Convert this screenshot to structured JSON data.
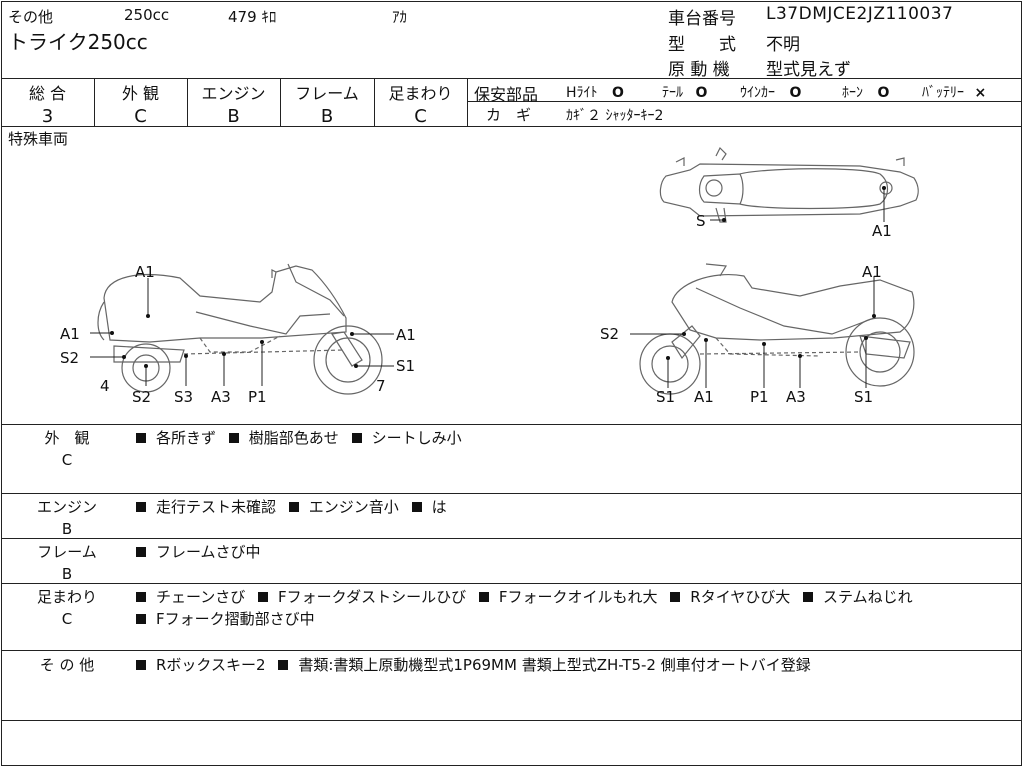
{
  "header": {
    "category": "その他",
    "displacement": "250cc",
    "mileage": "479 ｷﾛ",
    "color": "ｱｶ",
    "model": "トライク250cc",
    "frame_number_label": "車台番号",
    "frame_number": "L37DMJCE2JZ110037",
    "type_label": "型　　式",
    "type_value": "不明",
    "engine_model_label": "原 動 機",
    "engine_model_value": "型式見えず"
  },
  "grades": [
    {
      "label": "総 合",
      "value": "3"
    },
    {
      "label": "外 観",
      "value": "C"
    },
    {
      "label": "エンジン",
      "value": "B"
    },
    {
      "label": "フレーム",
      "value": "B"
    },
    {
      "label": "足まわり",
      "value": "C"
    }
  ],
  "safety": {
    "label": "保安部品",
    "items": [
      {
        "name": "Hﾗｲﾄ",
        "mark": "O"
      },
      {
        "name": "ﾃｰﾙ",
        "mark": "O"
      },
      {
        "name": "ｳｲﾝｶｰ",
        "mark": "O"
      },
      {
        "name": "ﾎｰﾝ",
        "mark": "O"
      },
      {
        "name": "ﾊﾞｯﾃﾘｰ",
        "mark": "×"
      }
    ],
    "key_label": "カ　ギ",
    "key_value": "ｶｷﾞ２ ｼｬｯﾀｰｷｰ2"
  },
  "special_vehicle_label": "特殊車両",
  "diagram_labels": {
    "left_side": {
      "a1_top": "A1",
      "a1_left": "A1",
      "a1_right": "A1",
      "s2_left": "S2",
      "s1_right": "S1",
      "num_4": "4",
      "num_7": "7",
      "bottom": [
        "S2",
        "S3",
        "A3",
        "P1"
      ]
    },
    "right_side": {
      "a1_top": "A1",
      "s2_left": "S2",
      "bottom": [
        "S1",
        "A1",
        "P1",
        "A3",
        "S1"
      ]
    },
    "top_view": {
      "s": "S",
      "a1": "A1"
    }
  },
  "notes": [
    {
      "label": "外　観",
      "grade": "C",
      "items": [
        "各所きず",
        "樹脂部色あせ",
        "シートしみ小"
      ]
    },
    {
      "label": "エンジン",
      "grade": "B",
      "items": [
        "走行テスト未確認",
        "エンジン音小",
        "は"
      ]
    },
    {
      "label": "フレーム",
      "grade": "B",
      "items": [
        "フレームさび中"
      ]
    },
    {
      "label": "足まわり",
      "grade": "C",
      "items": [
        "チェーンさび",
        "Fフォークダストシールひび",
        "Fフォークオイルもれ大",
        "Rタイヤひび大",
        "ステムねじれ",
        "Fフォーク摺動部さび中"
      ]
    },
    {
      "label": "そ の 他",
      "grade": "",
      "items": [
        "Rボックスキー2",
        "書類:書類上原動機型式1P69MM 書類上型式ZH-T5-2 側車付オートバイ登録"
      ]
    }
  ]
}
